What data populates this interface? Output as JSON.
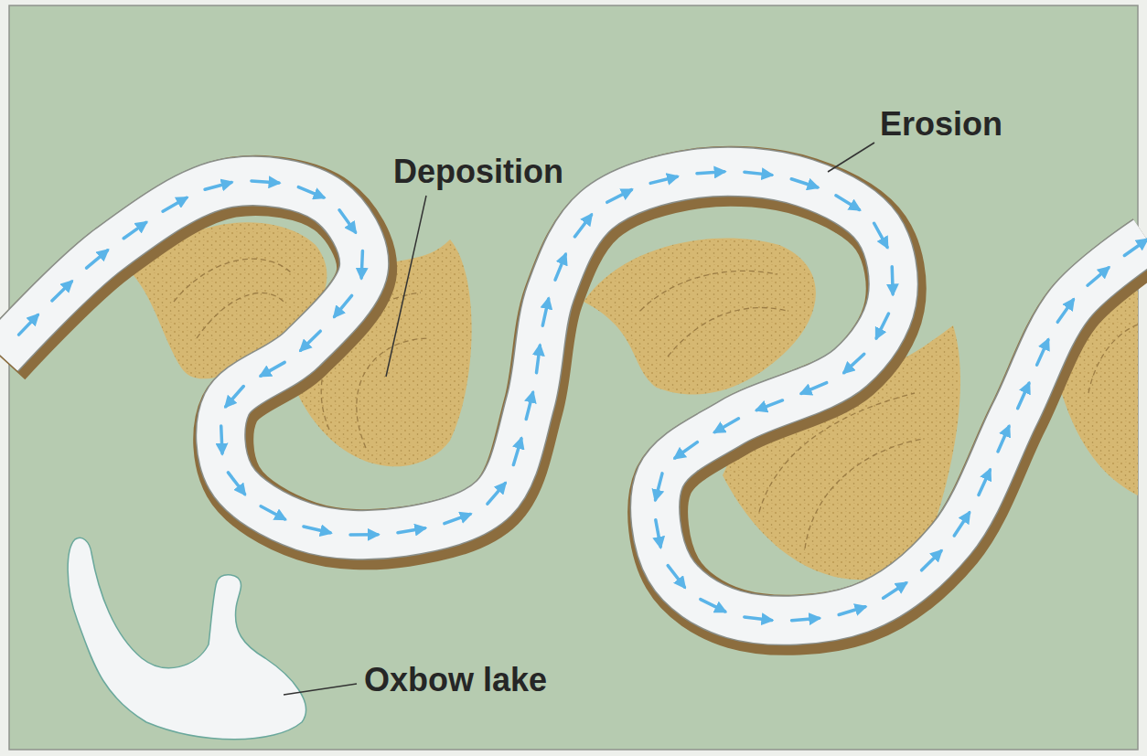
{
  "diagram": {
    "labels": [
      "Deposition",
      "Erosion",
      "Oxbow lake"
    ]
  }
}
